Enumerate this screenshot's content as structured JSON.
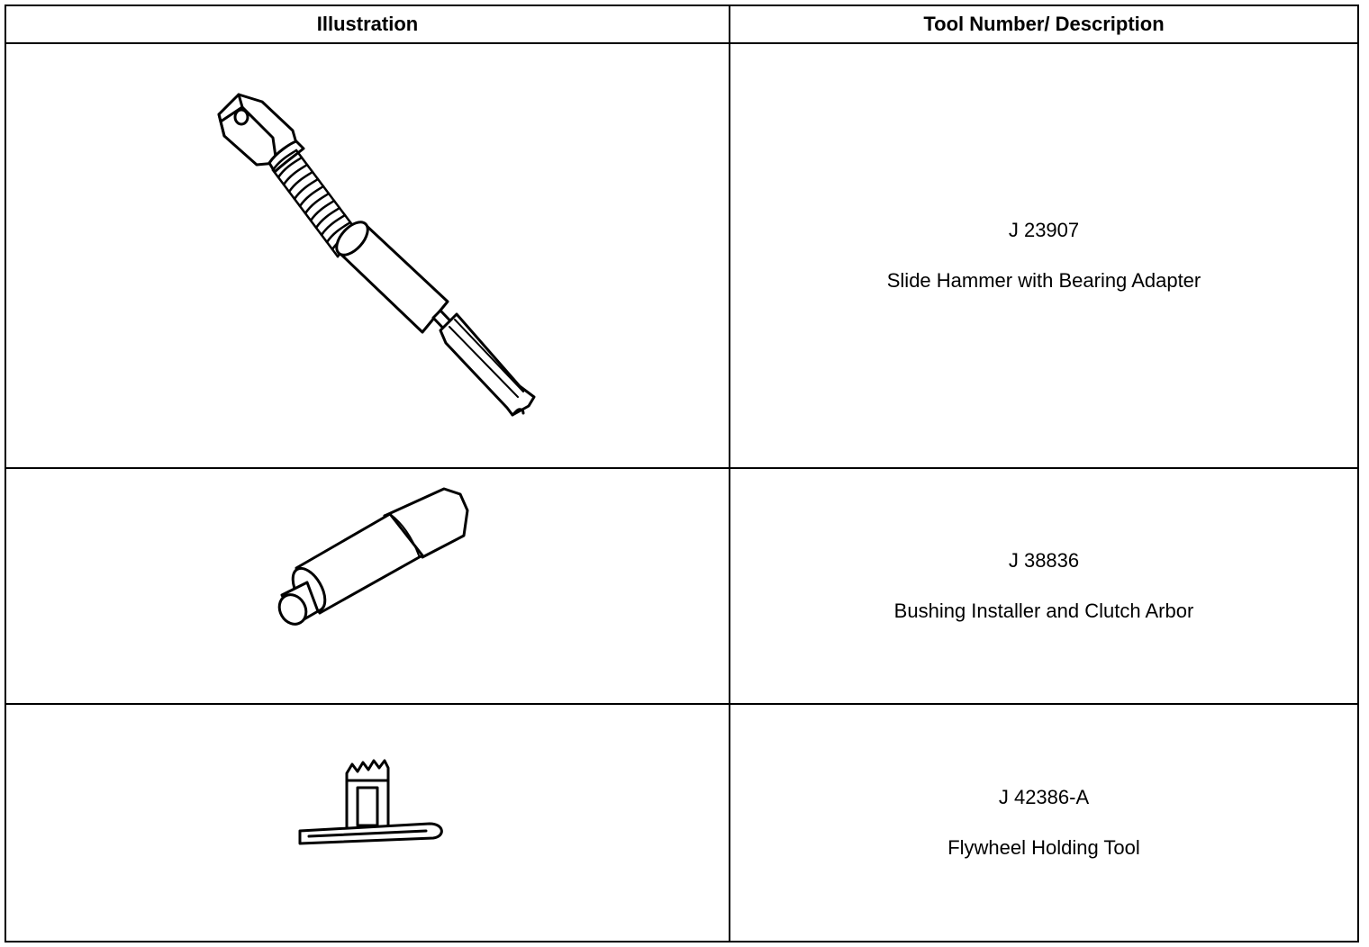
{
  "table": {
    "headers": [
      "Illustration",
      "Tool Number/ Description"
    ],
    "rows": [
      {
        "tool_number": "J 23907",
        "description": "Slide Hammer with Bearing Adapter",
        "illustration_icon": "slide-hammer-icon"
      },
      {
        "tool_number": "J 38836",
        "description": "Bushing Installer and Clutch Arbor",
        "illustration_icon": "bushing-installer-icon"
      },
      {
        "tool_number": "J 42386-A",
        "description": "Flywheel Holding Tool",
        "illustration_icon": "flywheel-holding-tool-icon"
      }
    ]
  }
}
